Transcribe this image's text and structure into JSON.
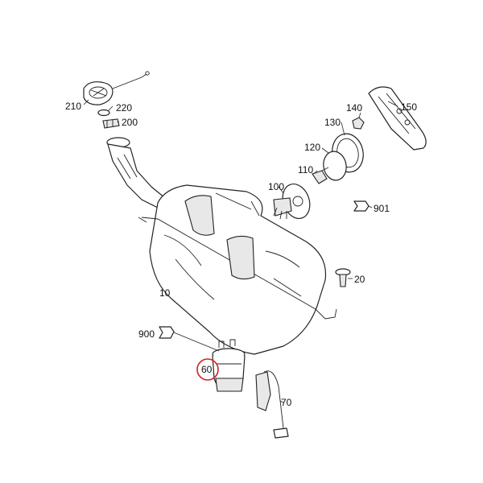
{
  "diagram": {
    "callouts": [
      "210",
      "220",
      "200",
      "140",
      "150",
      "130",
      "120",
      "110",
      "100",
      "901",
      "20",
      "10",
      "900",
      "60",
      "70"
    ],
    "highlight": {
      "callout": "60",
      "color": "#d42020"
    }
  }
}
